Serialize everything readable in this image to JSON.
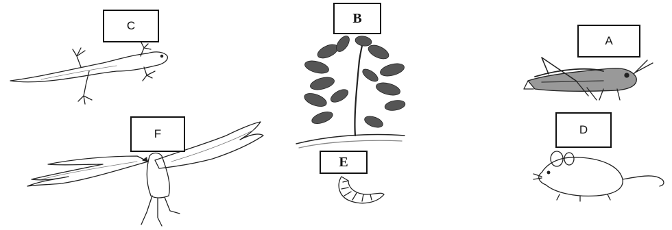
{
  "labels": {
    "lizard": "C",
    "plant": "B",
    "grasshopper": "A",
    "eagle": "F",
    "grub": "E",
    "mouse": "D"
  },
  "organisms": [
    "lizard-icon",
    "plant-icon",
    "grasshopper-icon",
    "eagle-icon",
    "grub-icon",
    "mouse-icon"
  ]
}
